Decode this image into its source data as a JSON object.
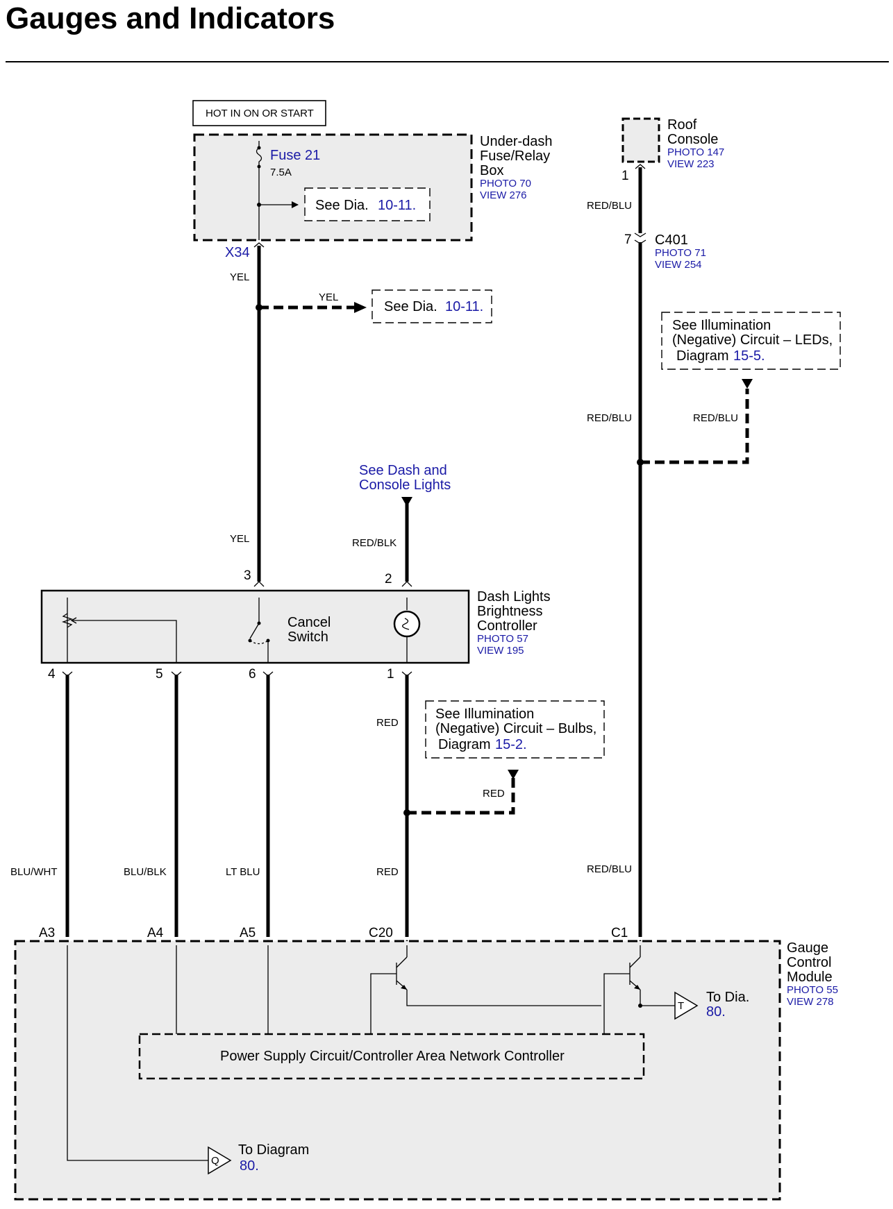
{
  "title": "Gauges and Indicators",
  "hot_in": "HOT IN ON OR START",
  "fusebox": {
    "fuse_name": "Fuse 21",
    "fuse_rating": "7.5A",
    "see_dia_text": "See Dia.",
    "see_dia_ref": "10-11.",
    "name_line1": "Under-dash",
    "name_line2": "Fuse/Relay",
    "name_line3": "Box",
    "photo": "PHOTO 70",
    "view": "VIEW 276",
    "connector": "X34"
  },
  "roof_console": {
    "name_line1": "Roof",
    "name_line2": "Console",
    "photo": "PHOTO 147",
    "view": "VIEW 223",
    "pin": "1"
  },
  "c401": {
    "name": "C401",
    "pin": "7",
    "photo": "PHOTO 71",
    "view": "VIEW 254"
  },
  "wires": {
    "yel": "YEL",
    "red_blu": "RED/BLU",
    "red_blk": "RED/BLK",
    "red": "RED",
    "blu_wht": "BLU/WHT",
    "blu_blk": "BLU/BLK",
    "lt_blu": "LT BLU"
  },
  "see_dia_yel": {
    "text": "See Dia.",
    "ref": "10-11."
  },
  "illum_leds": {
    "line1": "See Illumination",
    "line2": "(Negative) Circuit – LEDs,",
    "line3": "Diagram",
    "ref": "15-5."
  },
  "illum_bulbs": {
    "line1": "See Illumination",
    "line2": "(Negative) Circuit – Bulbs,",
    "line3": "Diagram",
    "ref": "15-2."
  },
  "dash_console": {
    "line1": "See Dash and",
    "line2": "Console Lights"
  },
  "controller": {
    "name_line1": "Dash Lights",
    "name_line2": "Brightness",
    "name_line3": "Controller",
    "photo": "PHOTO 57",
    "view": "VIEW 195",
    "switch_line1": "Cancel",
    "switch_line2": "Switch",
    "pins": {
      "p1": "1",
      "p2": "2",
      "p3": "3",
      "p4": "4",
      "p5": "5",
      "p6": "6"
    }
  },
  "gcm": {
    "name_line1": "Gauge",
    "name_line2": "Control",
    "name_line3": "Module",
    "photo": "PHOTO 55",
    "view": "VIEW 278",
    "pins": {
      "a3": "A3",
      "a4": "A4",
      "a5": "A5",
      "c20": "C20",
      "c1": "C1"
    },
    "inner_box": "Power Supply Circuit/Controller Area Network Controller",
    "to_dia": {
      "marker": "T",
      "text": "To Dia.",
      "ref": "80."
    },
    "to_diagram": {
      "marker": "Q",
      "text": "To Diagram",
      "ref": "80."
    }
  }
}
